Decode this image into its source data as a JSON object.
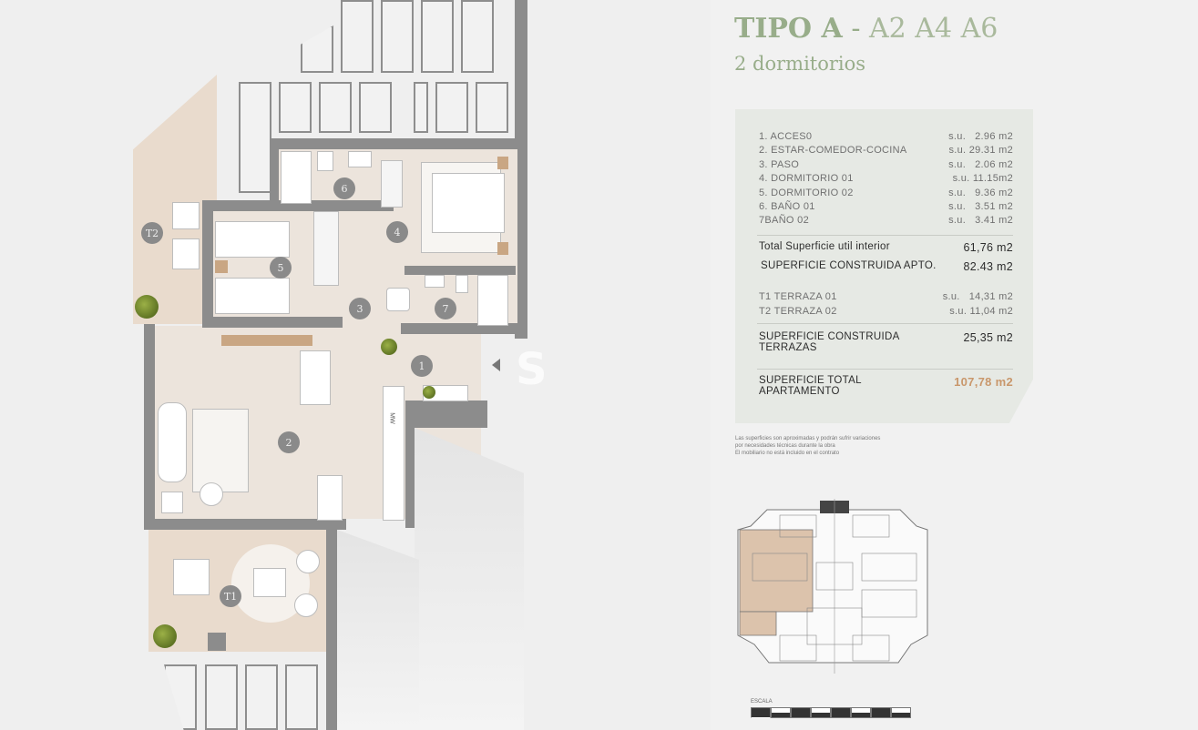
{
  "header": {
    "title_bold": "TIPO A",
    "title_dash": "-",
    "title_units": "A2 A4 A6",
    "subtitle": "2 dormitorios"
  },
  "colors": {
    "accent_green": "#98ad8a",
    "total_highlight": "#c9976b",
    "table_bg": "#e6e9e4",
    "wall": "#8c8c8c",
    "floor": "#ece4dc",
    "terrace": "#e9dbcd"
  },
  "rooms_table": {
    "rooms": [
      {
        "label": "1. ACCES0",
        "prefix": "s.u.",
        "value": "2.96 m2"
      },
      {
        "label": "2. ESTAR-COMEDOR-COCINA",
        "prefix": "s.u.",
        "value": "29.31 m2"
      },
      {
        "label": "3. PASO",
        "prefix": "s.u.",
        "value": "2.06 m2"
      },
      {
        "label": "4. DORMITORIO 01",
        "prefix": "s.u.",
        "value": "11.15m2"
      },
      {
        "label": "5. DORMITORIO 02",
        "prefix": "s.u.",
        "value": "9.36 m2"
      },
      {
        "label": "6. BAÑO 01",
        "prefix": "s.u.",
        "value": "3.51 m2"
      },
      {
        "label": "7BAÑO 02",
        "prefix": "s.u.",
        "value": "3.41 m2"
      }
    ],
    "total_util_label": "Total Superficie util interior",
    "total_util_value": "61,76 m2",
    "construida_apto_label": "SUPERFICIE CONSTRUIDA APTO.",
    "construida_apto_value": "82.43 m2",
    "terraces": [
      {
        "label": "T1 TERRAZA 01",
        "prefix": "s.u.",
        "value": "14,31 m2"
      },
      {
        "label": "T2 TERRAZA 02",
        "prefix": "s.u.",
        "value": "11,04 m2"
      }
    ],
    "construida_terrazas_label_1": "SUPERFICIE CONSTRUIDA",
    "construida_terrazas_label_2": "TERRAZAS",
    "construida_terrazas_value": "25,35 m2",
    "total_label_1": "SUPERFICIE TOTAL",
    "total_label_2": "APARTAMENTO",
    "total_value": "107,78 m2"
  },
  "notes": [
    "Las superficies son aproximadas y podrán sufrir variaciones",
    "por necesidades técnicas durante la obra",
    "El mobiliario no está incluido en el contrato"
  ],
  "floor_plan": {
    "room_badges": [
      "1",
      "2",
      "3",
      "4",
      "5",
      "6",
      "7",
      "T1",
      "T2"
    ],
    "appliance_label": "MW",
    "entrance_icon": "triangle-left-icon"
  },
  "key_plan": {
    "scale_label": "ESCALA"
  },
  "watermark": {
    "letter": "S"
  }
}
